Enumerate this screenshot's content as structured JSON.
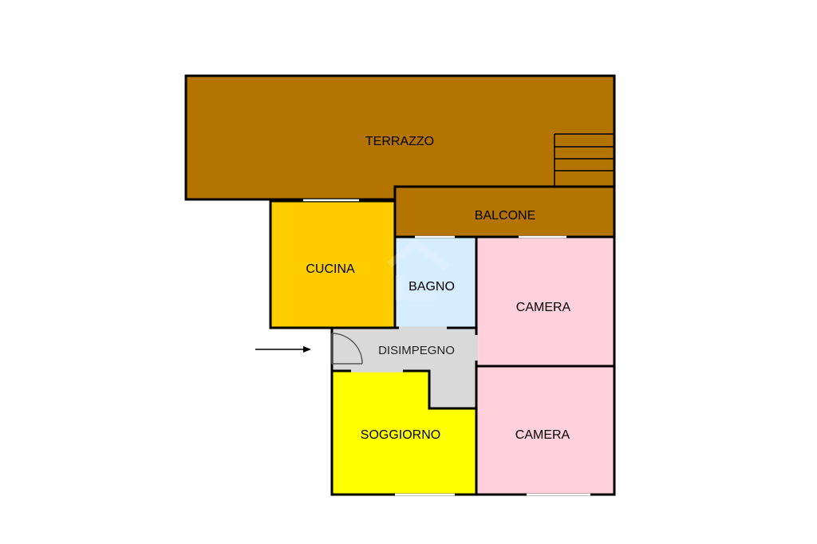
{
  "rooms": {
    "terrazzo": {
      "label": "TERRAZZO",
      "color": "#B37400"
    },
    "balcone": {
      "label": "BALCONE",
      "color": "#B37400"
    },
    "cucina": {
      "label": "CUCINA",
      "color": "#FFCC00"
    },
    "bagno": {
      "label": "BAGNO",
      "color": "#D6ECFF"
    },
    "camera_1": {
      "label": "CAMERA",
      "color": "#FFD1DC"
    },
    "disimpegno": {
      "label": "DISIMPEGNO",
      "color": "#D9D9D9"
    },
    "soggiorno": {
      "label": "SOGGIORNO",
      "color": "#FFFF00"
    },
    "camera_2": {
      "label": "CAMERA",
      "color": "#FFD1DC"
    }
  },
  "colors": {
    "wall": "#000000",
    "window": "#FFFFFF"
  },
  "icons": {
    "entrance": "arrow-right-icon",
    "stairs": "stairs-icon",
    "door": "door-swing-icon",
    "watermark": "house-logo-watermark"
  }
}
